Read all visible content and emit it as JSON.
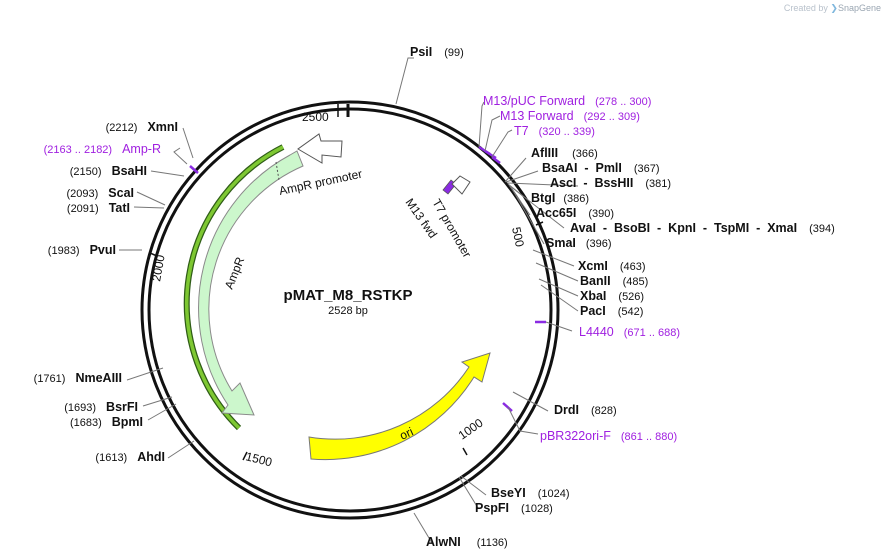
{
  "plasmid": {
    "name": "pMAT_M8_RSTKP",
    "length_label": "2528 bp"
  },
  "credit": {
    "prefix": "Created by",
    "brand": "SnapGene"
  },
  "ticks": [
    "500",
    "1000",
    "1500",
    "2000",
    "2500"
  ],
  "features": {
    "ampr": "AmpR",
    "ampr_promoter": "AmpR promoter",
    "ori": "ori",
    "m13_fwd": "M13 fwd",
    "t7_promoter": "T7 promoter"
  },
  "sites": [
    {
      "name": "PsiI",
      "pos": "(99)"
    },
    {
      "name": "AflIII",
      "pos": "(366)"
    },
    {
      "name": "BsaAI  -  PmlI",
      "pos": "(367)"
    },
    {
      "name": "AscI  -  BssHII",
      "pos": "(381)"
    },
    {
      "name": "BtgI",
      "pos": "(386)"
    },
    {
      "name": "Acc65I",
      "pos": "(390)"
    },
    {
      "name": "AvaI  -  BsoBI  -  KpnI  -  TspMI  -  XmaI",
      "pos": "(394)"
    },
    {
      "name": "SmaI",
      "pos": "(396)"
    },
    {
      "name": "XcmI",
      "pos": "(463)"
    },
    {
      "name": "BanII",
      "pos": "(485)"
    },
    {
      "name": "XbaI",
      "pos": "(526)"
    },
    {
      "name": "PacI",
      "pos": "(542)"
    },
    {
      "name": "DrdI",
      "pos": "(828)"
    },
    {
      "name": "BseYI",
      "pos": "(1024)"
    },
    {
      "name": "PspFI",
      "pos": "(1028)"
    },
    {
      "name": "AlwNI",
      "pos": "(1136)"
    },
    {
      "name": "AhdI",
      "pos": "(1613)"
    },
    {
      "name": "BpmI",
      "pos": "(1683)"
    },
    {
      "name": "BsrFI",
      "pos": "(1693)"
    },
    {
      "name": "NmeAIII",
      "pos": "(1761)"
    },
    {
      "name": "PvuI",
      "pos": "(1983)"
    },
    {
      "name": "TatI",
      "pos": "(2091)"
    },
    {
      "name": "ScaI",
      "pos": "(2093)"
    },
    {
      "name": "BsaHI",
      "pos": "(2150)"
    },
    {
      "name": "XmnI",
      "pos": "(2212)"
    }
  ],
  "primers": [
    {
      "name": "M13/pUC Forward",
      "range": "(278 .. 300)"
    },
    {
      "name": "M13 Forward",
      "range": "(292 .. 309)"
    },
    {
      "name": "T7",
      "range": "(320 .. 339)"
    },
    {
      "name": "L4440",
      "range": "(671 .. 688)"
    },
    {
      "name": "pBR322ori-F",
      "range": "(861 .. 880)"
    },
    {
      "name": "Amp-R",
      "range": "(2163 .. 2182)"
    }
  ],
  "colors": {
    "ampr_fill": "#ccf7cc",
    "ori_fill": "#ffff00",
    "primer": "#a020e0",
    "primer_site": "#8a2be2",
    "ampr_track": "#7ec832"
  }
}
